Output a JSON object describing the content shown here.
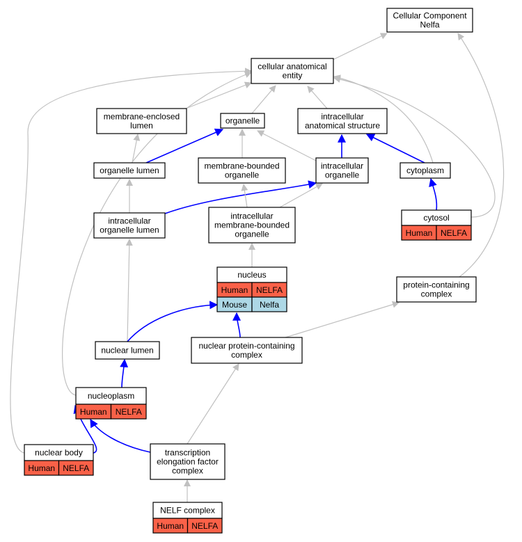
{
  "nodes": {
    "root": {
      "lines": [
        "Cellular Component",
        "Nelfa"
      ]
    },
    "cae": {
      "lines": [
        "cellular anatomical",
        "entity"
      ]
    },
    "mel": {
      "lines": [
        "membrane-enclosed",
        "lumen"
      ]
    },
    "org": {
      "lines": [
        "organelle"
      ]
    },
    "ias": {
      "lines": [
        "intracellular",
        "anatomical structure"
      ]
    },
    "ol": {
      "lines": [
        "organelle lumen"
      ]
    },
    "mbo": {
      "lines": [
        "membrane-bounded",
        "organelle"
      ]
    },
    "io": {
      "lines": [
        "intracellular",
        "organelle"
      ]
    },
    "cyto": {
      "lines": [
        "cytoplasm"
      ]
    },
    "iol": {
      "lines": [
        "intracellular",
        "organelle lumen"
      ]
    },
    "imbo": {
      "lines": [
        "intracellular",
        "membrane-bounded",
        "organelle"
      ]
    },
    "cytosol": {
      "lines": [
        "cytosol"
      ],
      "annotations": [
        {
          "species": "Human",
          "gene": "NELFA",
          "color": "#fa6148"
        }
      ]
    },
    "nucleus": {
      "lines": [
        "nucleus"
      ],
      "annotations": [
        {
          "species": "Human",
          "gene": "NELFA",
          "color": "#fa6148"
        },
        {
          "species": "Mouse",
          "gene": "Nelfa",
          "color": "#add8e6"
        }
      ]
    },
    "pcc": {
      "lines": [
        "protein-containing",
        "complex"
      ]
    },
    "nl": {
      "lines": [
        "nuclear lumen"
      ]
    },
    "npcc": {
      "lines": [
        "nuclear protein-containing",
        "complex"
      ]
    },
    "np": {
      "lines": [
        "nucleoplasm"
      ],
      "annotations": [
        {
          "species": "Human",
          "gene": "NELFA",
          "color": "#fa6148"
        }
      ]
    },
    "nb": {
      "lines": [
        "nuclear body"
      ],
      "annotations": [
        {
          "species": "Human",
          "gene": "NELFA",
          "color": "#fa6148"
        }
      ]
    },
    "tefc": {
      "lines": [
        "transcription",
        "elongation factor",
        "complex"
      ]
    },
    "nelf": {
      "lines": [
        "NELF complex"
      ],
      "annotations": [
        {
          "species": "Human",
          "gene": "NELFA",
          "color": "#fa6148"
        }
      ]
    }
  },
  "edges": [
    {
      "from": "cae",
      "to": "root",
      "kind": "is_a"
    },
    {
      "from": "mel",
      "to": "cae",
      "kind": "is_a"
    },
    {
      "from": "org",
      "to": "cae",
      "kind": "is_a"
    },
    {
      "from": "ias",
      "to": "cae",
      "kind": "is_a"
    },
    {
      "from": "ol",
      "to": "mel",
      "kind": "is_a"
    },
    {
      "from": "ol",
      "to": "org",
      "kind": "part_of"
    },
    {
      "from": "mbo",
      "to": "org",
      "kind": "is_a"
    },
    {
      "from": "io",
      "to": "org",
      "kind": "is_a"
    },
    {
      "from": "io",
      "to": "ias",
      "kind": "part_of"
    },
    {
      "from": "cyto",
      "to": "ias",
      "kind": "part_of"
    },
    {
      "from": "cyto",
      "to": "cae",
      "kind": "is_a"
    },
    {
      "from": "iol",
      "to": "ol",
      "kind": "is_a"
    },
    {
      "from": "iol",
      "to": "io",
      "kind": "part_of"
    },
    {
      "from": "imbo",
      "to": "mbo",
      "kind": "is_a"
    },
    {
      "from": "imbo",
      "to": "io",
      "kind": "is_a"
    },
    {
      "from": "cytosol",
      "to": "cyto",
      "kind": "part_of"
    },
    {
      "from": "cytosol",
      "to": "cae",
      "kind": "is_a"
    },
    {
      "from": "nucleus",
      "to": "imbo",
      "kind": "is_a"
    },
    {
      "from": "pcc",
      "to": "root",
      "kind": "is_a"
    },
    {
      "from": "nl",
      "to": "iol",
      "kind": "is_a"
    },
    {
      "from": "nl",
      "to": "nucleus",
      "kind": "part_of"
    },
    {
      "from": "npcc",
      "to": "nucleus",
      "kind": "part_of"
    },
    {
      "from": "npcc",
      "to": "pcc",
      "kind": "is_a"
    },
    {
      "from": "np",
      "to": "nl",
      "kind": "part_of"
    },
    {
      "from": "np",
      "to": "cae",
      "kind": "is_a"
    },
    {
      "from": "nb",
      "to": "np",
      "kind": "part_of"
    },
    {
      "from": "nb",
      "to": "cae",
      "kind": "is_a"
    },
    {
      "from": "tefc",
      "to": "np",
      "kind": "part_of"
    },
    {
      "from": "tefc",
      "to": "npcc",
      "kind": "is_a"
    },
    {
      "from": "nelf",
      "to": "tefc",
      "kind": "is_a"
    }
  ],
  "colors": {
    "is_a": "#c0c0c0",
    "part_of": "#0000ff"
  }
}
